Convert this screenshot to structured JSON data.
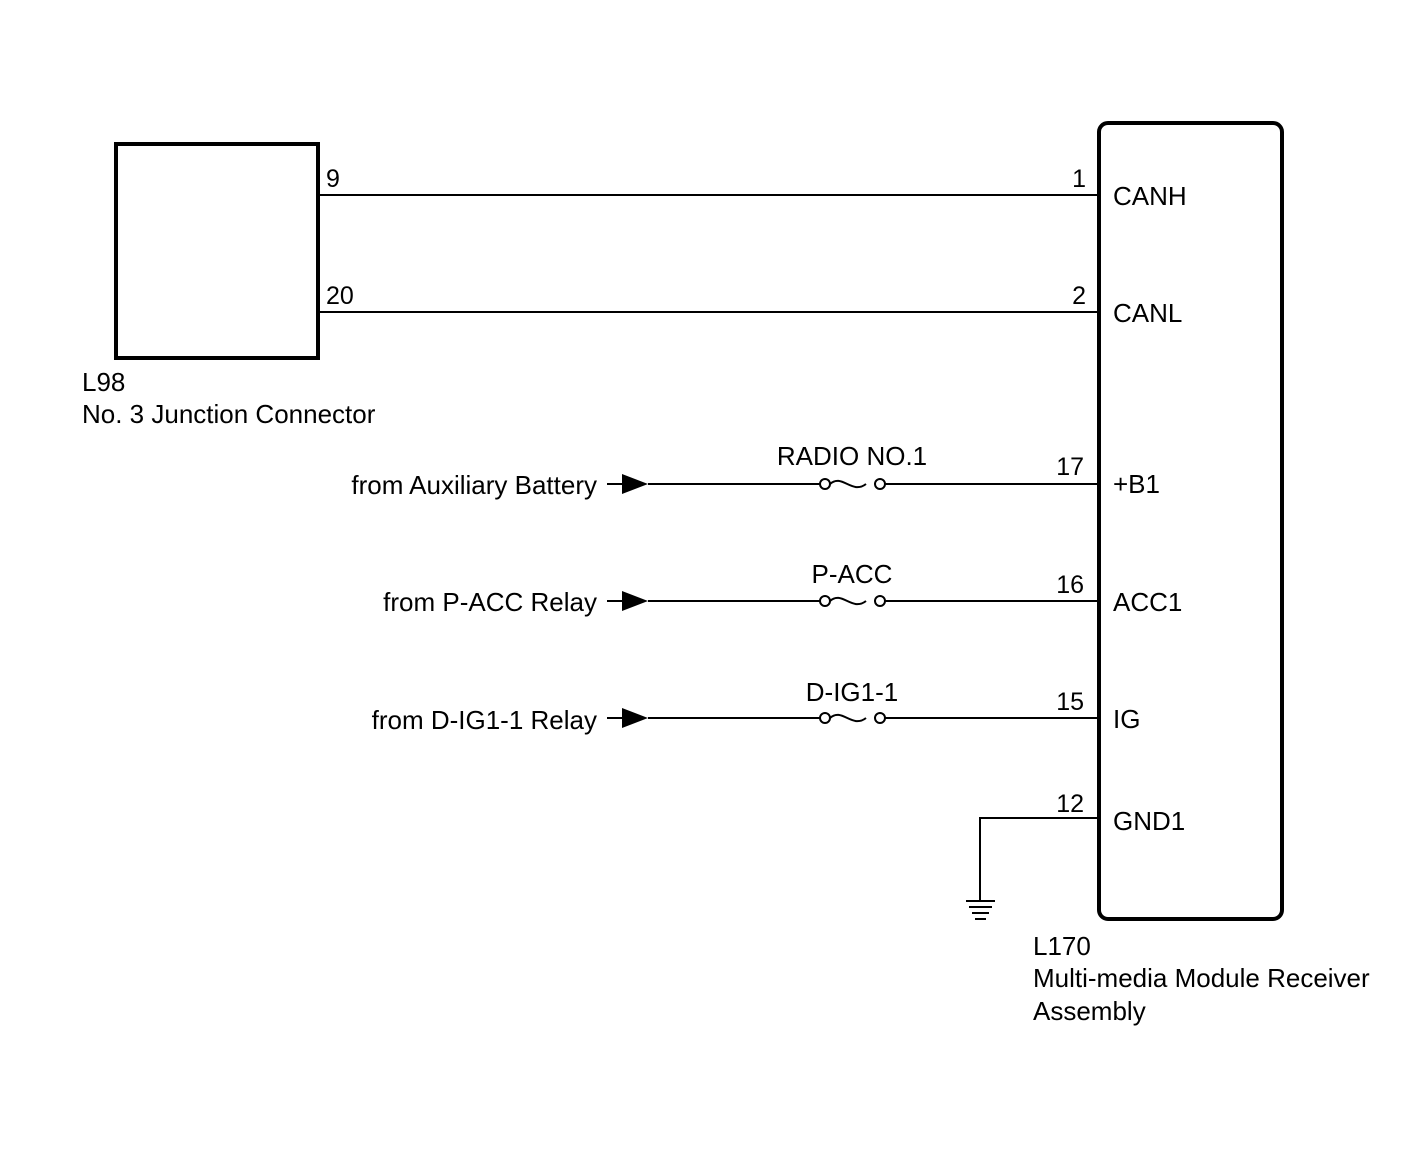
{
  "junction_connector": {
    "id": "L98",
    "name": "No. 3 Junction Connector"
  },
  "receiver": {
    "id": "L170",
    "name_line1": "Multi-media Module Receiver",
    "name_line2": "Assembly"
  },
  "can_wires": [
    {
      "left_pin": "9",
      "right_pin": "1",
      "signal": "CANH"
    },
    {
      "left_pin": "20",
      "right_pin": "2",
      "signal": "CANL"
    }
  ],
  "power_wires": [
    {
      "source": "from Auxiliary Battery",
      "fuse": "RADIO NO.1",
      "pin": "17",
      "signal": "+B1"
    },
    {
      "source": "from P-ACC Relay",
      "fuse": "P-ACC",
      "pin": "16",
      "signal": "ACC1"
    },
    {
      "source": "from D-IG1-1 Relay",
      "fuse": "D-IG1-1",
      "pin": "15",
      "signal": "IG"
    }
  ],
  "ground_wire": {
    "pin": "12",
    "signal": "GND1"
  }
}
